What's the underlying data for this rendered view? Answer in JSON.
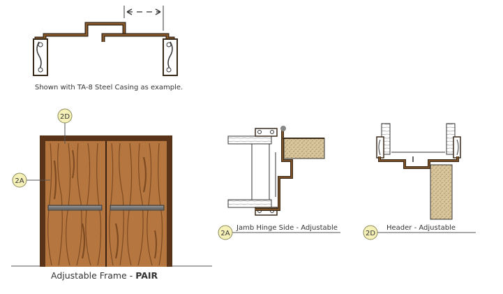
{
  "caption_top": "Shown with TA-8 Steel Casing as example.",
  "main_title_prefix": "Adjustable Frame - ",
  "main_title_bold": "PAIR",
  "labels": {
    "tag_2d_door": "2D",
    "tag_2a_door": "2A",
    "tag_2a_section": "2A",
    "jamb_caption": "Jamb Hinge Side - Adjustable",
    "tag_2d_section": "2D",
    "header_caption": "Header - Adjustable"
  },
  "colors": {
    "frame_brown": "#5a3418",
    "door_wood": "#b5773f",
    "grain": "#7d4a22",
    "push_bar": "#6e6e6e",
    "tag_fill": "#f6f1b8",
    "tag_stroke": "#8a8a5a",
    "drywall": "#d8c49a"
  }
}
